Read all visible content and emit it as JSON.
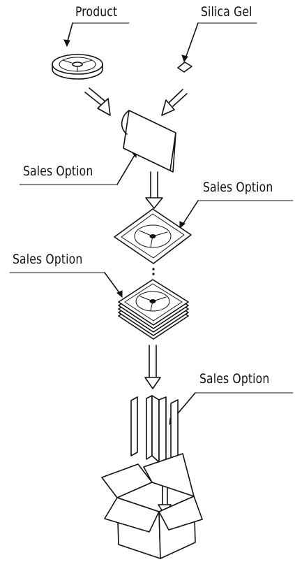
{
  "labels": {
    "product": "Product",
    "silica_gel": "Silica Gel",
    "sales_option_bag": "Sales Option",
    "sales_option_tray": "Sales Option",
    "sales_option_stack": "Sales Option",
    "sales_option_corners": "Sales Option"
  },
  "items": [
    {
      "icon": "reel-icon"
    },
    {
      "icon": "desiccant-packet-icon"
    },
    {
      "icon": "moisture-barrier-bag-icon"
    },
    {
      "icon": "tray-icon"
    },
    {
      "icon": "tray-stack-icon"
    },
    {
      "icon": "corner-protectors-icon"
    },
    {
      "icon": "shipping-box-icon"
    }
  ]
}
